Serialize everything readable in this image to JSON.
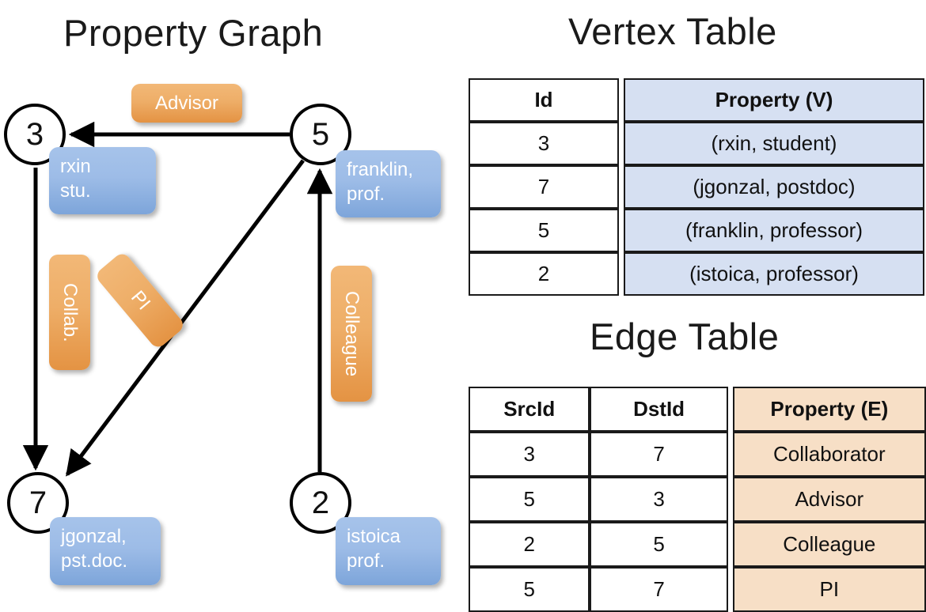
{
  "titles": {
    "graph": "Property Graph",
    "vertex_table": "Vertex Table",
    "edge_table": "Edge Table"
  },
  "graph": {
    "vertices": [
      {
        "id": "3",
        "property_label": "rxin\nstu."
      },
      {
        "id": "5",
        "property_label": "franklin,\nprof."
      },
      {
        "id": "7",
        "property_label": "jgonzal,\npst.doc."
      },
      {
        "id": "2",
        "property_label": "istoica\nprof."
      }
    ],
    "vertex_labels": {
      "v3": "3",
      "v5": "5",
      "v7": "7",
      "v2": "2"
    },
    "callouts": {
      "rxin_line1": "rxin",
      "rxin_line2": "stu.",
      "franklin_line1": "franklin,",
      "franklin_line2": "prof.",
      "jgonzal_line1": "jgonzal,",
      "jgonzal_line2": "pst.doc.",
      "istoica_line1": "istoica",
      "istoica_line2": "prof."
    },
    "edge_labels": {
      "advisor": "Advisor",
      "collab": "Collab.",
      "pi": "PI",
      "colleague": "Colleague"
    },
    "edges": [
      {
        "from": "5",
        "to": "3",
        "label": "Advisor"
      },
      {
        "from": "3",
        "to": "7",
        "label": "Collab."
      },
      {
        "from": "5",
        "to": "7",
        "label": "PI"
      },
      {
        "from": "2",
        "to": "5",
        "label": "Colleague"
      }
    ]
  },
  "vertex_table": {
    "headers": [
      "Id",
      "Property (V)"
    ],
    "rows": [
      {
        "id": "3",
        "property": "(rxin, student)"
      },
      {
        "id": "7",
        "property": "(jgonzal, postdoc)"
      },
      {
        "id": "5",
        "property": "(franklin, professor)"
      },
      {
        "id": "2",
        "property": "(istoica, professor)"
      }
    ]
  },
  "edge_table": {
    "headers": [
      "SrcId",
      "DstId",
      "Property (E)"
    ],
    "rows": [
      {
        "src": "3",
        "dst": "7",
        "property": "Collaborator"
      },
      {
        "src": "5",
        "dst": "3",
        "property": "Advisor"
      },
      {
        "src": "2",
        "dst": "5",
        "property": "Colleague"
      },
      {
        "src": "5",
        "dst": "7",
        "property": "PI"
      }
    ]
  },
  "colors": {
    "vertex_property_blue": "#9dbce7",
    "edge_label_orange": "#eeae68",
    "table_blue_cell": "#d6e0f2",
    "table_peach_cell": "#f7dfc6",
    "stroke": "#000000"
  }
}
